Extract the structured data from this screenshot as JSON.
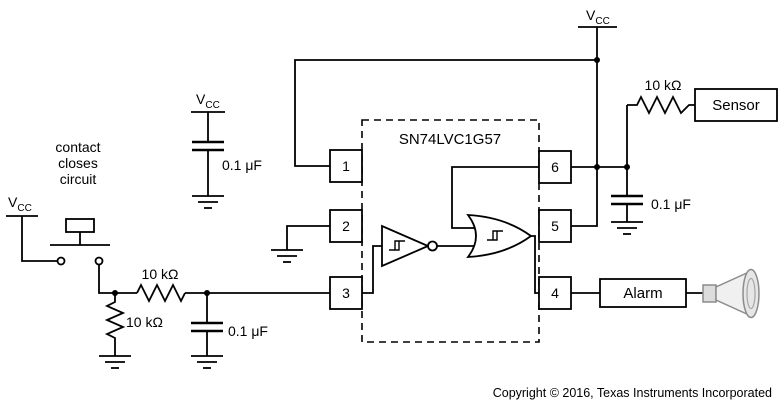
{
  "diagram": {
    "ic_title": "SN74LVC1G57",
    "vcc": {
      "main": "V",
      "sub": "CC"
    },
    "values": {
      "resistor_10k": "10 kΩ",
      "cap_100n": "0.1 μF"
    },
    "pins": {
      "p1": "1",
      "p2": "2",
      "p3": "3",
      "p4": "4",
      "p5": "5",
      "p6": "6"
    },
    "blocks": {
      "sensor": "Sensor",
      "alarm": "Alarm"
    },
    "switch_note": {
      "line1": "contact",
      "line2": "closes",
      "line3": "circuit"
    },
    "copyright": "Copyright © 2016, Texas Instruments Incorporated"
  }
}
